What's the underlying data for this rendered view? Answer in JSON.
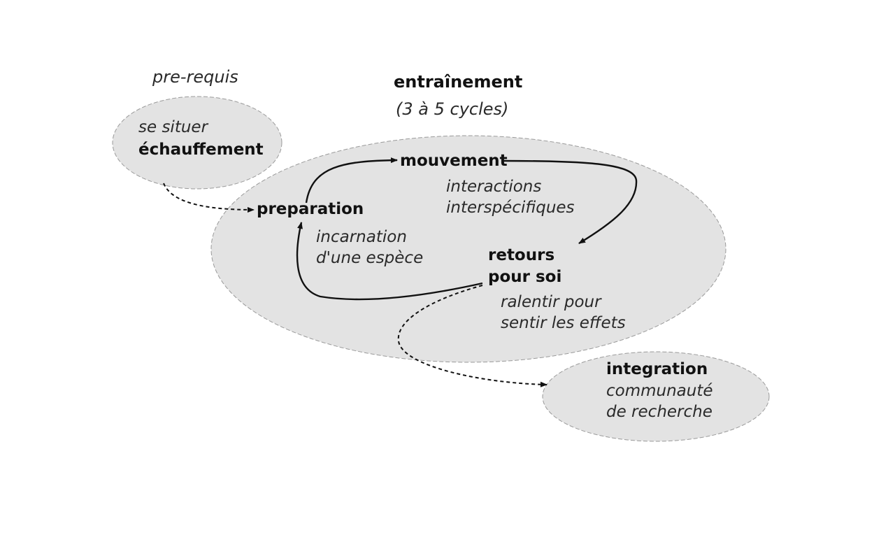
{
  "prerequis": {
    "header": "pre-requis",
    "line1": "se situer",
    "line2": "échauffement"
  },
  "entrainement": {
    "title": "entraînement",
    "subtitle": "(3 à 5 cycles)"
  },
  "preparation": {
    "label": "preparation",
    "detail1": "incarnation",
    "detail2": "d'une espèce"
  },
  "mouvement": {
    "label": "mouvement",
    "detail1": "interactions",
    "detail2": "interspécifiques"
  },
  "retours": {
    "label1": "retours",
    "label2": "pour soi",
    "detail1": "ralentir pour",
    "detail2": "sentir les effets"
  },
  "integration": {
    "label": "integration",
    "detail1": "communauté",
    "detail2": "de recherche"
  }
}
